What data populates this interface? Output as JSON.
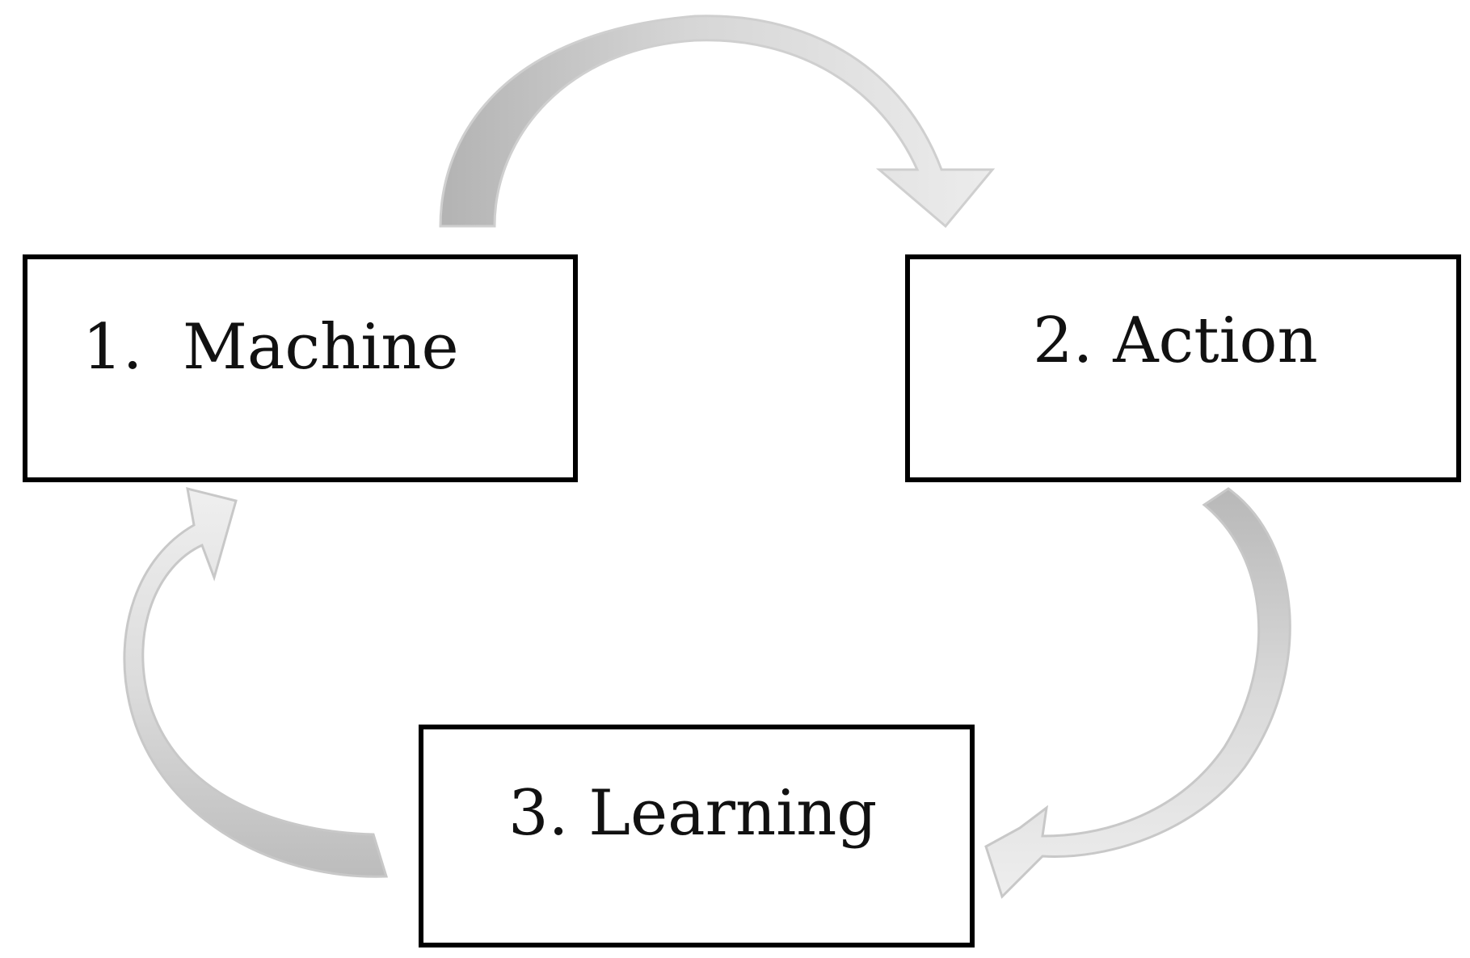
{
  "diagram": {
    "steps": [
      {
        "label": "1.  Machine"
      },
      {
        "label": "2. Action"
      },
      {
        "label": "3. Learning"
      }
    ],
    "colors": {
      "box_border": "#000000",
      "arrow_fill_light": "#e6e6e6",
      "arrow_fill_dark": "#b8b8b8",
      "arrow_stroke": "#c8c8c8",
      "text": "#111111"
    }
  }
}
